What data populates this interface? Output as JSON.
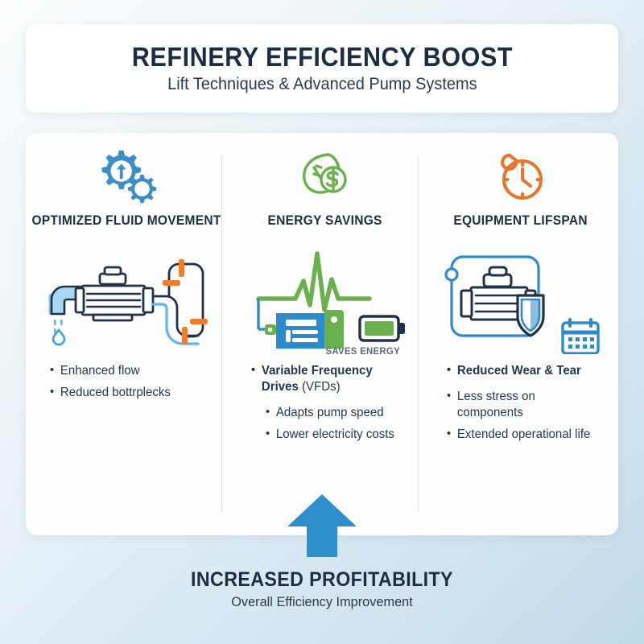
{
  "header": {
    "title": "REFINERY EFFICIENCY BOOST",
    "subtitle": "Lift Techniques & Advanced Pump Systems"
  },
  "columns": [
    {
      "id": "optimized-fluid-movement",
      "header": "OPTIMIZED FLUID MOVEMENT",
      "icon": "gears-up-arrow-icon",
      "illustration": "pump-piping-valves-illustration",
      "bullets": [
        {
          "text": "Enhanced flow",
          "bold": false,
          "indent": false
        },
        {
          "text": "Reduced bottrplecks",
          "bold": false,
          "indent": false
        }
      ]
    },
    {
      "id": "energy-savings",
      "header": "ENERGY SAVINGS",
      "icon": "leaf-dollar-icon",
      "illustration": "vfd-waveform-battery-illustration",
      "art_label": "SAVES ENERGY",
      "bullets": [
        {
          "text": "Variable Frequency Drives",
          "note": "(VFDs)",
          "bold": true,
          "indent": false
        },
        {
          "text": "Adapts pump speed",
          "bold": false,
          "indent": true
        },
        {
          "text": "Lower electricity costs",
          "bold": false,
          "indent": true
        }
      ]
    },
    {
      "id": "equipment-lifspan",
      "header": "EQUIPMENT LIFSPAN",
      "icon": "stopwatch-clock-icon",
      "illustration": "motor-shield-calendar-illustration",
      "bullets": [
        {
          "text": "Reduced Wear & Tear",
          "bold": true,
          "indent": false
        },
        {
          "text": "Less stress on components",
          "bold": false,
          "indent": false
        },
        {
          "text": "Extended operational life",
          "bold": false,
          "indent": false
        }
      ]
    }
  ],
  "footer": {
    "arrow": "up-arrow-icon",
    "title": "INCREASED PROFITABILITY",
    "subtitle": "Overall Efficiency Improvement"
  },
  "colors": {
    "navy": "#1d2d44",
    "blue": "#2c8ccb",
    "gear_blue": "#3b8fc4",
    "green": "#6ab04c",
    "orange": "#e8742a",
    "light_blue": "#7ec8ea"
  }
}
